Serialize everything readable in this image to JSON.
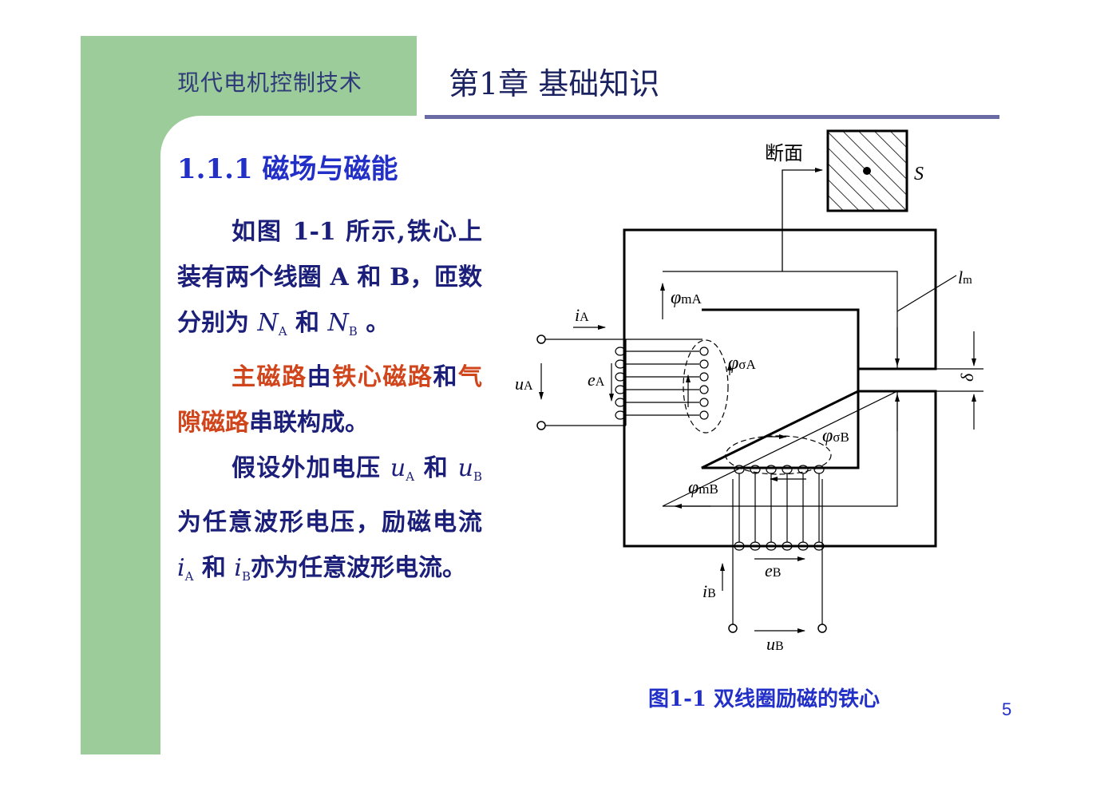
{
  "header": {
    "course_title": "现代电机控制技术",
    "chapter_title": "第1章  基础知识"
  },
  "section": {
    "title": "1.1.1  磁场与磁能"
  },
  "body": {
    "p1_a": "如图 1-1 所示,铁心上装有两个线圈 A 和 B，匝数分别为",
    "p1_N": "N",
    "p1_A": "A",
    "p1_and": "和",
    "p1_B": "B",
    "p1_end": "。",
    "p2_hl1": "主磁路",
    "p2_t1": "由",
    "p2_hl2": "铁心磁路",
    "p2_t2": "和",
    "p2_hl3": "气隙磁路",
    "p2_t3": "串联构成。",
    "p3_a": "假设外加电压",
    "p3_u": "u",
    "p3_A": "A",
    "p3_and": "和",
    "p3_B": "B",
    "p3_b": "为任意波形电压，励磁电流",
    "p3_i": "i",
    "p3_c": "亦为任意波形电流。"
  },
  "figure": {
    "section_label": "断面",
    "S": "S",
    "lm": "l",
    "lm_sub": "m",
    "phi": "φ",
    "phi_mA_sub": "mA",
    "phi_sA_sub": "σA",
    "phi_sB_sub": "σB",
    "phi_mB_sub": "mB",
    "i": "i",
    "u": "u",
    "e": "e",
    "A": "A",
    "B": "B",
    "delta": "δ",
    "caption": "图1-1 双线圈励磁的铁心"
  },
  "page_number": "5",
  "colors": {
    "sidebar_green": "#9ccc9a",
    "heading_blue": "#2330c8",
    "body_navy": "#1b1f7a",
    "highlight_orange": "#d0451b",
    "rule_purple": "#6a6aa4"
  }
}
